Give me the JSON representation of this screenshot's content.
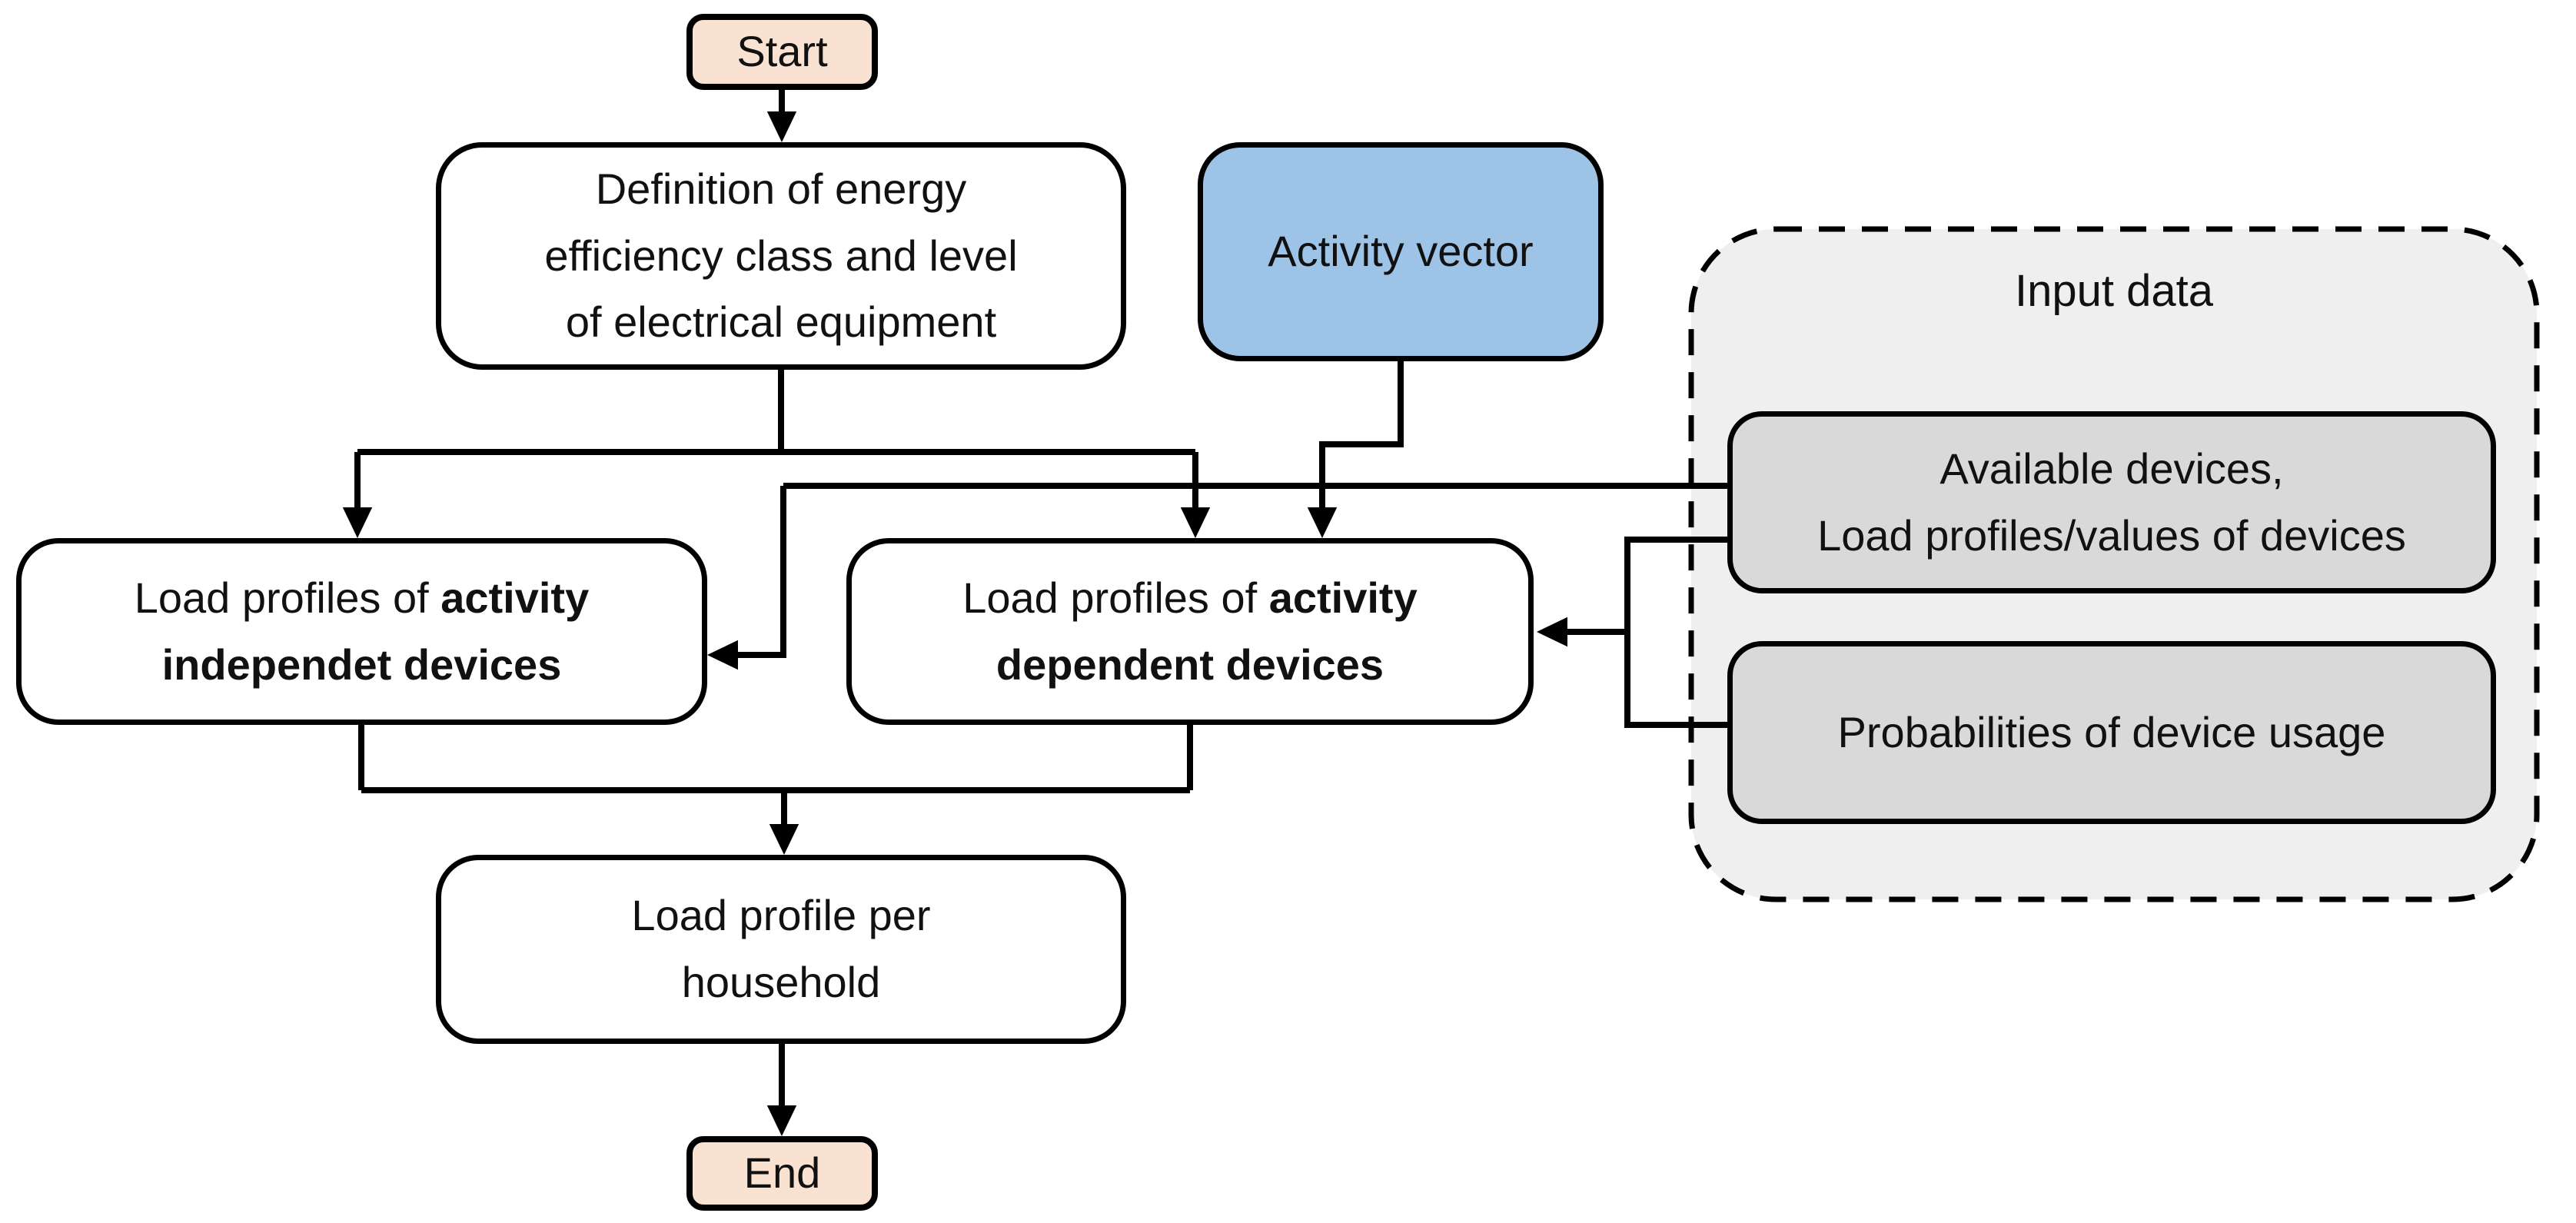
{
  "diagram": {
    "nodes": {
      "start": {
        "label": "Start"
      },
      "definition": {
        "label": "Definition of energy\nefficiency class and level\nof electrical equipment"
      },
      "activity_vector": {
        "label": "Activity vector"
      },
      "independent": {
        "label_prefix": "Load profiles of ",
        "label_bold": "activity independet devices"
      },
      "dependent": {
        "label_prefix": "Load profiles of ",
        "label_bold": "activity dependent devices"
      },
      "household": {
        "label": "Load profile per\nhousehold"
      },
      "end": {
        "label": "End"
      }
    },
    "input_group": {
      "title": "Input data",
      "boxes": [
        {
          "label": "Available devices,\nLoad profiles/values of devices"
        },
        {
          "label": "Probabilities of device usage"
        }
      ]
    },
    "colors": {
      "terminal_fill": "#F9E2D2",
      "activity_fill": "#9DC3E6",
      "group_fill": "#EFEFEF",
      "inner_box_fill": "#D9D9D9",
      "process_fill": "#FFFFFF",
      "line": "#000000"
    }
  }
}
